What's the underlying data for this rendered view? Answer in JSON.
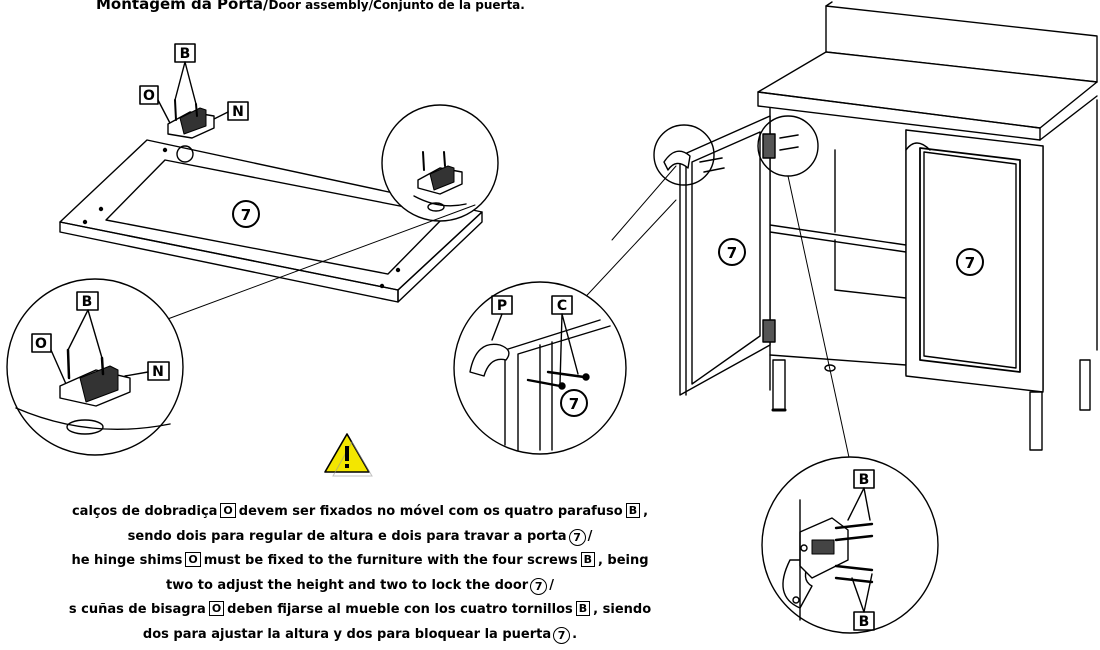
{
  "title": {
    "main": "Montagem da Porta",
    "sep": "/",
    "sub": "Door assembly/Conjunto de la puerta."
  },
  "labels": {
    "B": "B",
    "O": "O",
    "N": "N",
    "P": "P",
    "C": "C",
    "door": "7"
  },
  "warning_icon": "warning-triangle-icon",
  "caption": [
    {
      "pre": "calços de dobradiça",
      "ref1": "O",
      "mid": "devem ser fixados no móvel com os quatro parafuso",
      "ref2": "B",
      "post": ","
    },
    {
      "pre": "sendo dois para regular de altura e dois para travar a porta",
      "ref1": "7",
      "post": "/"
    },
    {
      "pre": "he hinge shims",
      "ref1": "O",
      "mid": "must be fixed to the furniture with the four screws",
      "ref2": "B",
      "post": ", being"
    },
    {
      "pre": "two to adjust the height and two to lock the door",
      "ref1": "7",
      "post": "/"
    },
    {
      "pre": "s cuñas de bisagra",
      "ref1": "O",
      "mid": "deben fijarse al mueble con los cuatro tornillos",
      "ref2": "B",
      "post": ", siendo"
    },
    {
      "pre": "dos para ajustar la altura y dos para bloquear la puerta",
      "ref1": "7",
      "post": "."
    }
  ],
  "colors": {
    "line": "#000000",
    "warning_fill": "#f3e600"
  }
}
